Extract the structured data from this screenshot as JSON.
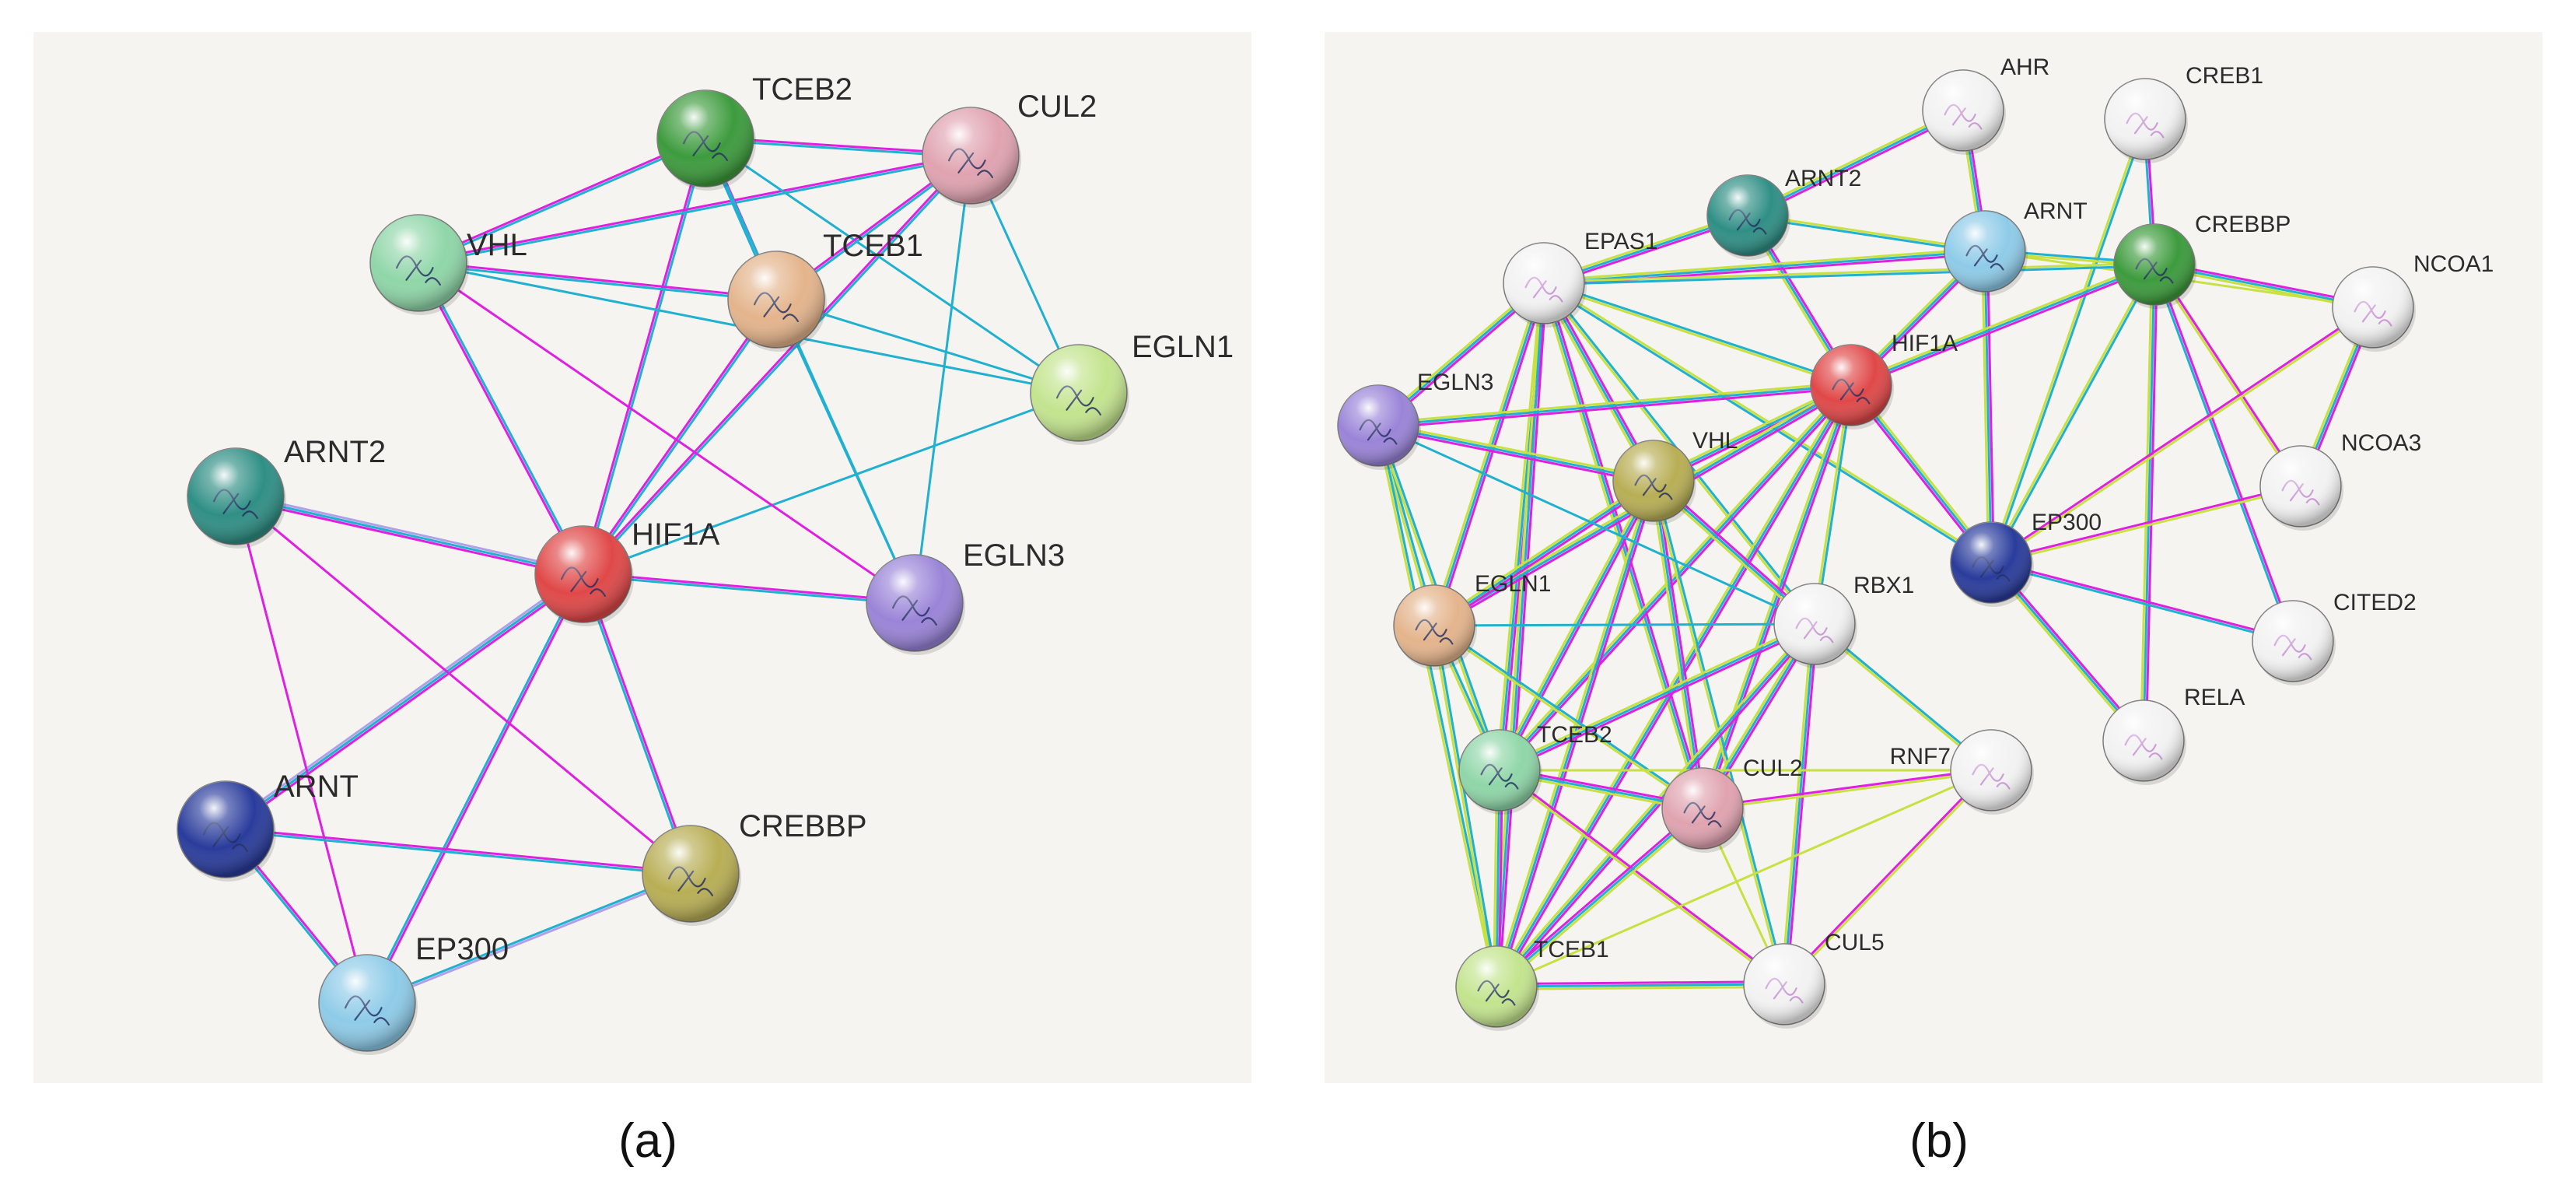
{
  "panels": [
    {
      "id": "a",
      "caption": "(a)",
      "nodes": [
        {
          "id": "TCEB2",
          "label": "TCEB2",
          "color": "#3d9b3d"
        },
        {
          "id": "CUL2",
          "label": "CUL2",
          "color": "#e0a3b0"
        },
        {
          "id": "VHL",
          "label": "VHL",
          "color": "#8fd6a8"
        },
        {
          "id": "TCEB1",
          "label": "TCEB1",
          "color": "#e4b48c"
        },
        {
          "id": "EGLN1",
          "label": "EGLN1",
          "color": "#c3e48e"
        },
        {
          "id": "ARNT2",
          "label": "ARNT2",
          "color": "#2f8f85"
        },
        {
          "id": "HIF1A",
          "label": "HIF1A",
          "color": "#e04848"
        },
        {
          "id": "EGLN3",
          "label": "EGLN3",
          "color": "#9a84d8"
        },
        {
          "id": "ARNT",
          "label": "ARNT",
          "color": "#2a3c9c"
        },
        {
          "id": "CREBBP",
          "label": "CREBBP",
          "color": "#b8ae55"
        },
        {
          "id": "EP300",
          "label": "EP300",
          "color": "#8ecbe8"
        }
      ],
      "edges": [
        [
          "HIF1A",
          "VHL",
          [
            "#e020e0",
            "#20b0d0"
          ]
        ],
        [
          "HIF1A",
          "TCEB2",
          [
            "#e020e0",
            "#20b0d0"
          ]
        ],
        [
          "HIF1A",
          "TCEB1",
          [
            "#e020e0",
            "#20b0d0"
          ]
        ],
        [
          "HIF1A",
          "CUL2",
          [
            "#e020e0",
            "#20b0d0"
          ]
        ],
        [
          "HIF1A",
          "EGLN1",
          [
            "#20b0d0"
          ]
        ],
        [
          "HIF1A",
          "EGLN3",
          [
            "#e020e0",
            "#20b0d0"
          ]
        ],
        [
          "HIF1A",
          "ARNT2",
          [
            "#e020e0",
            "#20b0d0",
            "#b0a0e8"
          ]
        ],
        [
          "HIF1A",
          "ARNT",
          [
            "#e020e0",
            "#20b0d0",
            "#b0a0e8"
          ]
        ],
        [
          "HIF1A",
          "CREBBP",
          [
            "#e020e0",
            "#20b0d0"
          ]
        ],
        [
          "HIF1A",
          "EP300",
          [
            "#e020e0",
            "#20b0d0"
          ]
        ],
        [
          "VHL",
          "TCEB2",
          [
            "#e020e0",
            "#20b0d0"
          ]
        ],
        [
          "VHL",
          "TCEB1",
          [
            "#e020e0",
            "#20b0d0"
          ]
        ],
        [
          "VHL",
          "CUL2",
          [
            "#e020e0",
            "#20b0d0"
          ]
        ],
        [
          "VHL",
          "EGLN1",
          [
            "#20b0d0"
          ]
        ],
        [
          "VHL",
          "EGLN3",
          [
            "#e020e0"
          ]
        ],
        [
          "TCEB2",
          "TCEB1",
          [
            "#e020e0",
            "#20b0d0"
          ]
        ],
        [
          "TCEB2",
          "CUL2",
          [
            "#e020e0",
            "#20b0d0"
          ]
        ],
        [
          "TCEB2",
          "EGLN1",
          [
            "#20b0d0"
          ]
        ],
        [
          "TCEB2",
          "EGLN3",
          [
            "#20b0d0"
          ]
        ],
        [
          "TCEB1",
          "CUL2",
          [
            "#e020e0",
            "#20b0d0"
          ]
        ],
        [
          "TCEB1",
          "EGLN1",
          [
            "#20b0d0"
          ]
        ],
        [
          "TCEB1",
          "EGLN3",
          [
            "#20b0d0"
          ]
        ],
        [
          "CUL2",
          "EGLN1",
          [
            "#20b0d0"
          ]
        ],
        [
          "CUL2",
          "EGLN3",
          [
            "#20b0d0"
          ]
        ],
        [
          "ARNT2",
          "EP300",
          [
            "#e020e0"
          ]
        ],
        [
          "ARNT2",
          "CREBBP",
          [
            "#e020e0"
          ]
        ],
        [
          "ARNT",
          "EP300",
          [
            "#e020e0",
            "#20b0d0"
          ]
        ],
        [
          "ARNT",
          "CREBBP",
          [
            "#e020e0",
            "#20b0d0"
          ]
        ],
        [
          "EP300",
          "CREBBP",
          [
            "#20b0d0",
            "#b0a0e8"
          ]
        ]
      ]
    },
    {
      "id": "b",
      "caption": "(b)",
      "nodes": [
        {
          "id": "AHR",
          "label": "AHR",
          "color": "#f2f2f2"
        },
        {
          "id": "CREB1",
          "label": "CREB1",
          "color": "#f2f2f2"
        },
        {
          "id": "ARNT2",
          "label": "ARNT2",
          "color": "#2f8f85"
        },
        {
          "id": "ARNT",
          "label": "ARNT",
          "color": "#8ecbe8"
        },
        {
          "id": "CREBBP",
          "label": "CREBBP",
          "color": "#3d9b3d"
        },
        {
          "id": "EPAS1",
          "label": "EPAS1",
          "color": "#f2f2f2"
        },
        {
          "id": "NCOA1",
          "label": "NCOA1",
          "color": "#f2f2f2"
        },
        {
          "id": "HIF1A",
          "label": "HIF1A",
          "color": "#e04848"
        },
        {
          "id": "EGLN3",
          "label": "EGLN3",
          "color": "#9a84d8"
        },
        {
          "id": "VHL",
          "label": "VHL",
          "color": "#b8ae55"
        },
        {
          "id": "NCOA3",
          "label": "NCOA3",
          "color": "#f2f2f2"
        },
        {
          "id": "EP300",
          "label": "EP300",
          "color": "#2a3c9c"
        },
        {
          "id": "EGLN1",
          "label": "EGLN1",
          "color": "#e4b48c"
        },
        {
          "id": "RBX1",
          "label": "RBX1",
          "color": "#f2f2f2"
        },
        {
          "id": "CITED2",
          "label": "CITED2",
          "color": "#f2f2f2"
        },
        {
          "id": "RNF7",
          "label": "RNF7",
          "color": "#f2f2f2"
        },
        {
          "id": "RELA",
          "label": "RELA",
          "color": "#f2f2f2"
        },
        {
          "id": "TCEB2",
          "label": "TCEB2",
          "color": "#8fd6a8"
        },
        {
          "id": "CUL2",
          "label": "CUL2",
          "color": "#e0a3b0"
        },
        {
          "id": "CUL5",
          "label": "CUL5",
          "color": "#f2f2f2"
        },
        {
          "id": "TCEB1",
          "label": "TCEB1",
          "color": "#c3e48e"
        }
      ],
      "edges": [
        [
          "AHR",
          "ARNT",
          [
            "#e020e0",
            "#20b0d0",
            "#c8e040"
          ]
        ],
        [
          "AHR",
          "ARNT2",
          [
            "#e020e0",
            "#20b0d0",
            "#c8e040"
          ]
        ],
        [
          "CREB1",
          "CREBBP",
          [
            "#e020e0",
            "#20b0d0"
          ]
        ],
        [
          "CREB1",
          "EP300",
          [
            "#20b0d0",
            "#c8e040"
          ]
        ],
        [
          "ARNT2",
          "EPAS1",
          [
            "#e020e0",
            "#20b0d0",
            "#c8e040"
          ]
        ],
        [
          "ARNT2",
          "HIF1A",
          [
            "#e020e0",
            "#20b0d0",
            "#c8e040"
          ]
        ],
        [
          "ARNT2",
          "ARNT",
          [
            "#c8e040",
            "#20b0d0"
          ]
        ],
        [
          "ARNT",
          "HIF1A",
          [
            "#e020e0",
            "#20b0d0",
            "#c8e040"
          ]
        ],
        [
          "ARNT",
          "EPAS1",
          [
            "#e020e0",
            "#20b0d0",
            "#c8e040"
          ]
        ],
        [
          "ARNT",
          "CREBBP",
          [
            "#20b0d0",
            "#c8e040"
          ]
        ],
        [
          "ARNT",
          "EP300",
          [
            "#e020e0",
            "#20b0d0",
            "#c8e040"
          ]
        ],
        [
          "ARNT",
          "NCOA1",
          [
            "#c8e040"
          ]
        ],
        [
          "CREBBP",
          "HIF1A",
          [
            "#e020e0",
            "#20b0d0",
            "#c8e040"
          ]
        ],
        [
          "CREBBP",
          "EPAS1",
          [
            "#20b0d0",
            "#c8e040"
          ]
        ],
        [
          "CREBBP",
          "NCOA1",
          [
            "#e020e0",
            "#20b0d0",
            "#c8e040"
          ]
        ],
        [
          "CREBBP",
          "NCOA3",
          [
            "#e020e0",
            "#c8e040"
          ]
        ],
        [
          "CREBBP",
          "CITED2",
          [
            "#e020e0",
            "#20b0d0"
          ]
        ],
        [
          "CREBBP",
          "RELA",
          [
            "#e020e0",
            "#20b0d0",
            "#c8e040"
          ]
        ],
        [
          "CREBBP",
          "EP300",
          [
            "#20b0d0",
            "#c8e040"
          ]
        ],
        [
          "EP300",
          "HIF1A",
          [
            "#e020e0",
            "#20b0d0",
            "#c8e040"
          ]
        ],
        [
          "EP300",
          "NCOA1",
          [
            "#e020e0",
            "#c8e040"
          ]
        ],
        [
          "EP300",
          "NCOA3",
          [
            "#e020e0",
            "#c8e040"
          ]
        ],
        [
          "EP300",
          "CITED2",
          [
            "#e020e0",
            "#20b0d0"
          ]
        ],
        [
          "EP300",
          "RELA",
          [
            "#e020e0",
            "#20b0d0",
            "#c8e040"
          ]
        ],
        [
          "EP300",
          "EPAS1",
          [
            "#20b0d0",
            "#c8e040"
          ]
        ],
        [
          "NCOA1",
          "NCOA3",
          [
            "#e020e0",
            "#20b0d0",
            "#c8e040"
          ]
        ],
        [
          "EPAS1",
          "HIF1A",
          [
            "#20b0d0",
            "#c8e040"
          ]
        ],
        [
          "EPAS1",
          "VHL",
          [
            "#e020e0",
            "#20b0d0",
            "#c8e040"
          ]
        ],
        [
          "EPAS1",
          "EGLN3",
          [
            "#e020e0",
            "#20b0d0",
            "#c8e040"
          ]
        ],
        [
          "EPAS1",
          "EGLN1",
          [
            "#e020e0",
            "#20b0d0",
            "#c8e040"
          ]
        ],
        [
          "EPAS1",
          "TCEB2",
          [
            "#e020e0",
            "#20b0d0",
            "#c8e040"
          ]
        ],
        [
          "EPAS1",
          "TCEB1",
          [
            "#e020e0",
            "#20b0d0",
            "#c8e040"
          ]
        ],
        [
          "EPAS1",
          "CUL2",
          [
            "#e020e0",
            "#20b0d0",
            "#c8e040"
          ]
        ],
        [
          "EPAS1",
          "RBX1",
          [
            "#20b0d0",
            "#c8e040"
          ]
        ],
        [
          "HIF1A",
          "VHL",
          [
            "#e020e0",
            "#20b0d0",
            "#c8e040"
          ]
        ],
        [
          "HIF1A",
          "EGLN3",
          [
            "#e020e0",
            "#20b0d0",
            "#c8e040"
          ]
        ],
        [
          "HIF1A",
          "EGLN1",
          [
            "#e020e0",
            "#20b0d0",
            "#c8e040"
          ]
        ],
        [
          "HIF1A",
          "TCEB2",
          [
            "#e020e0",
            "#20b0d0",
            "#c8e040"
          ]
        ],
        [
          "HIF1A",
          "TCEB1",
          [
            "#e020e0",
            "#20b0d0",
            "#c8e040"
          ]
        ],
        [
          "HIF1A",
          "CUL2",
          [
            "#e020e0",
            "#20b0d0",
            "#c8e040"
          ]
        ],
        [
          "HIF1A",
          "RBX1",
          [
            "#20b0d0",
            "#c8e040"
          ]
        ],
        [
          "VHL",
          "EGLN3",
          [
            "#e020e0",
            "#20b0d0",
            "#c8e040"
          ]
        ],
        [
          "VHL",
          "EGLN1",
          [
            "#e020e0",
            "#20b0d0",
            "#c8e040"
          ]
        ],
        [
          "VHL",
          "TCEB2",
          [
            "#e020e0",
            "#20b0d0",
            "#c8e040"
          ]
        ],
        [
          "VHL",
          "TCEB1",
          [
            "#e020e0",
            "#20b0d0",
            "#c8e040"
          ]
        ],
        [
          "VHL",
          "CUL2",
          [
            "#e020e0",
            "#20b0d0",
            "#c8e040"
          ]
        ],
        [
          "VHL",
          "RBX1",
          [
            "#e020e0",
            "#20b0d0",
            "#c8e040"
          ]
        ],
        [
          "VHL",
          "CUL5",
          [
            "#20b0d0",
            "#c8e040"
          ]
        ],
        [
          "EGLN3",
          "EGLN1",
          [
            "#20b0d0",
            "#c8e040"
          ]
        ],
        [
          "EGLN3",
          "TCEB2",
          [
            "#20b0d0",
            "#c8e040"
          ]
        ],
        [
          "EGLN3",
          "TCEB1",
          [
            "#20b0d0",
            "#c8e040"
          ]
        ],
        [
          "EGLN3",
          "RBX1",
          [
            "#20b0d0"
          ]
        ],
        [
          "EGLN1",
          "TCEB2",
          [
            "#20b0d0",
            "#c8e040"
          ]
        ],
        [
          "EGLN1",
          "TCEB1",
          [
            "#20b0d0",
            "#c8e040"
          ]
        ],
        [
          "EGLN1",
          "CUL2",
          [
            "#20b0d0",
            "#c8e040"
          ]
        ],
        [
          "EGLN1",
          "RBX1",
          [
            "#20b0d0"
          ]
        ],
        [
          "RBX1",
          "TCEB2",
          [
            "#e020e0",
            "#20b0d0",
            "#c8e040"
          ]
        ],
        [
          "RBX1",
          "TCEB1",
          [
            "#e020e0",
            "#20b0d0",
            "#c8e040"
          ]
        ],
        [
          "RBX1",
          "CUL2",
          [
            "#e020e0",
            "#20b0d0",
            "#c8e040"
          ]
        ],
        [
          "RBX1",
          "CUL5",
          [
            "#e020e0",
            "#20b0d0",
            "#c8e040"
          ]
        ],
        [
          "RBX1",
          "RNF7",
          [
            "#20b0d0",
            "#c8e040"
          ]
        ],
        [
          "TCEB2",
          "TCEB1",
          [
            "#e020e0",
            "#20b0d0",
            "#c8e040"
          ]
        ],
        [
          "TCEB2",
          "CUL2",
          [
            "#e020e0",
            "#20b0d0",
            "#c8e040"
          ]
        ],
        [
          "TCEB2",
          "RNF7",
          [
            "#c8e040"
          ]
        ],
        [
          "TCEB2",
          "CUL5",
          [
            "#e020e0",
            "#c8e040"
          ]
        ],
        [
          "TCEB1",
          "CUL2",
          [
            "#e020e0",
            "#20b0d0",
            "#c8e040"
          ]
        ],
        [
          "TCEB1",
          "CUL5",
          [
            "#e020e0",
            "#20b0d0",
            "#c8e040"
          ]
        ],
        [
          "TCEB1",
          "RNF7",
          [
            "#c8e040"
          ]
        ],
        [
          "CUL2",
          "RNF7",
          [
            "#e020e0",
            "#c8e040"
          ]
        ],
        [
          "CUL2",
          "CUL5",
          [
            "#c8e040"
          ]
        ],
        [
          "CUL5",
          "RNF7",
          [
            "#e020e0",
            "#c8e040"
          ]
        ]
      ]
    }
  ]
}
